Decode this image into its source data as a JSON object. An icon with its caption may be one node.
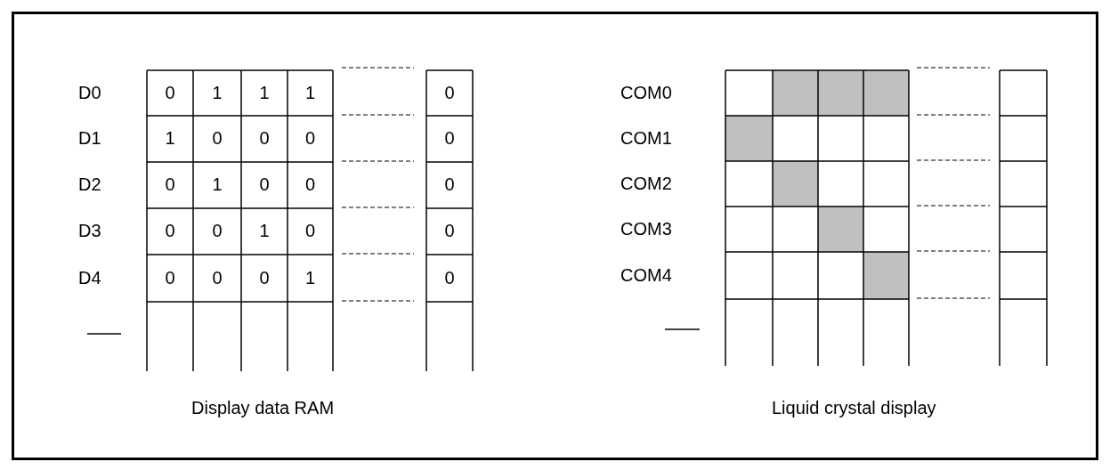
{
  "diagram": {
    "labels": [
      "D0",
      "0",
      "1",
      "1",
      "1",
      "0",
      "D1",
      "1",
      "0",
      "0",
      "0",
      "0",
      "D2",
      "0",
      "1",
      "0",
      "0",
      "0",
      "D3",
      "0",
      "0",
      "1",
      "0",
      "0",
      "D4",
      "0",
      "0",
      "0",
      "1",
      "0",
      "COM0",
      "COM1",
      "COM2",
      "COM3",
      "COM4",
      "Display data RAM",
      "Liquid crystal display"
    ]
  }
}
